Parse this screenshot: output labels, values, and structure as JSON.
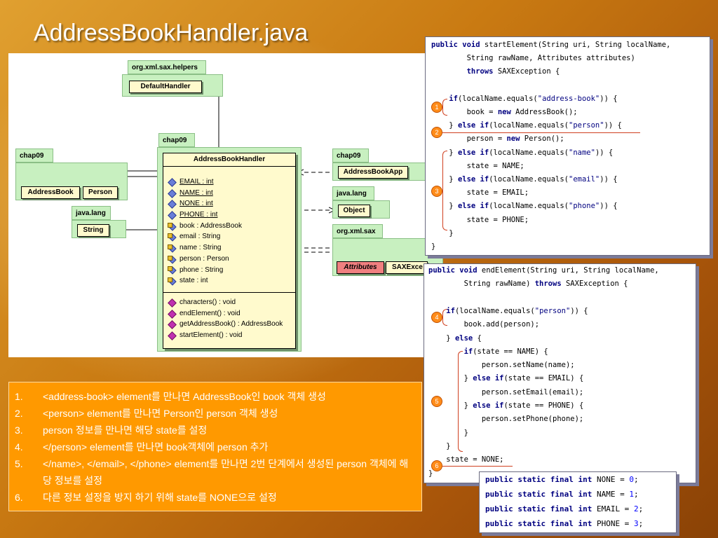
{
  "slide_title": "AddressBookHandler.java",
  "uml": {
    "pkg_sax_helpers": "org.xml.sax.helpers",
    "cls_default_handler": "DefaultHandler",
    "pkg_chap09_left": "chap09",
    "cls_address_book": "AddressBook",
    "cls_person": "Person",
    "pkg_java_lang_left": "java.lang",
    "cls_string": "String",
    "pkg_chap09_center": "chap09",
    "cls_handler": "AddressBookHandler",
    "attributes": [
      {
        "text": "EMAIL : int",
        "static": true
      },
      {
        "text": "NAME : int",
        "static": true
      },
      {
        "text": "NONE : int",
        "static": true
      },
      {
        "text": "PHONE : int",
        "static": true
      },
      {
        "text": "book : AddressBook",
        "static": false
      },
      {
        "text": "email : String",
        "static": false
      },
      {
        "text": "name : String",
        "static": false
      },
      {
        "text": "person : Person",
        "static": false
      },
      {
        "text": "phone : String",
        "static": false
      },
      {
        "text": "state : int",
        "static": false
      }
    ],
    "operations": [
      "characters() : void",
      "endElement() : void",
      "getAddressBook() : AddressBook",
      "startElement() : void"
    ],
    "pkg_chap09_right": "chap09",
    "cls_address_book_app": "AddressBookApp",
    "pkg_java_lang_right": "java.lang",
    "cls_object": "Object",
    "pkg_sax": "org.xml.sax",
    "cls_attributes": "Attributes",
    "cls_sax_exception": "SAXExce"
  },
  "code_start": {
    "lines": [
      "<span class=\"kw\">public void</span> startElement(String uri, String localName,",
      "        String rawName, Attributes attributes)",
      "        <span class=\"kw\">throws</span> SAXException {",
      "",
      "    <span class=\"kw\">if</span>(localName.equals(<span class=\"str\">\"address-book\"</span>)) {",
      "        book = <span class=\"kw\">new</span> AddressBook();",
      "    } <span class=\"kw\">else if</span>(localName.equals(<span class=\"str\">\"person\"</span>)) {",
      "        person = <span class=\"kw\">new</span> Person();",
      "    } <span class=\"kw\">else if</span>(localName.equals(<span class=\"str\">\"name\"</span>)) {",
      "        state = NAME;",
      "    } <span class=\"kw\">else if</span>(localName.equals(<span class=\"str\">\"email\"</span>)) {",
      "        state = EMAIL;",
      "    } <span class=\"kw\">else if</span>(localName.equals(<span class=\"str\">\"phone\"</span>)) {",
      "        state = PHONE;",
      "    }",
      "}"
    ]
  },
  "code_end": {
    "lines": [
      "<span class=\"kw\">public void</span> endElement(String uri, String localName,",
      "        String rawName) <span class=\"kw\">throws</span> SAXException {",
      "",
      "    <span class=\"kw\">if</span>(localName.equals(<span class=\"str\">\"person\"</span>)) {",
      "        book.add(person);",
      "    } <span class=\"kw\">else</span> {",
      "        <span class=\"kw\">if</span>(state == NAME) {",
      "            person.setName(name);",
      "        } <span class=\"kw\">else if</span>(state == EMAIL) {",
      "            person.setEmail(email);",
      "        } <span class=\"kw\">else if</span>(state == PHONE) {",
      "            person.setPhone(phone);",
      "        }",
      "    }",
      "    state = NONE;",
      "}"
    ]
  },
  "constants": [
    "<span class=\"kw\">public static final int</span> NONE = <span class=\"num\">0</span>;",
    "<span class=\"kw\">public static final int</span> NAME = <span class=\"num\">1</span>;",
    "<span class=\"kw\">public static final int</span> EMAIL = <span class=\"num\">2</span>;",
    "<span class=\"kw\">public static final int</span> PHONE = <span class=\"num\">3</span>;"
  ],
  "markers": [
    "1",
    "2",
    "3",
    "4",
    "5",
    "6"
  ],
  "notes": [
    {
      "num": "1.",
      "text": "<address-book> element를 만나면 AddressBook인 book 객체 생성"
    },
    {
      "num": "2.",
      "text": "<person> element를 만나면 Person인 person 객체 생성"
    },
    {
      "num": "3.",
      "text": "person 정보를 만나면 해당 state를 설정"
    },
    {
      "num": "4.",
      "text": "</person> element를 만나면 book객체에 person 추가"
    },
    {
      "num": "5.",
      "text": "</name>, </email>, </phone> element를 만나면 2번 단계에서 생성된 person 객체에 해당 정보를 설정"
    },
    {
      "num": "6.",
      "text": "다른 정보 설정을 방지 하기 위해 state를 NONE으로 설정"
    }
  ]
}
